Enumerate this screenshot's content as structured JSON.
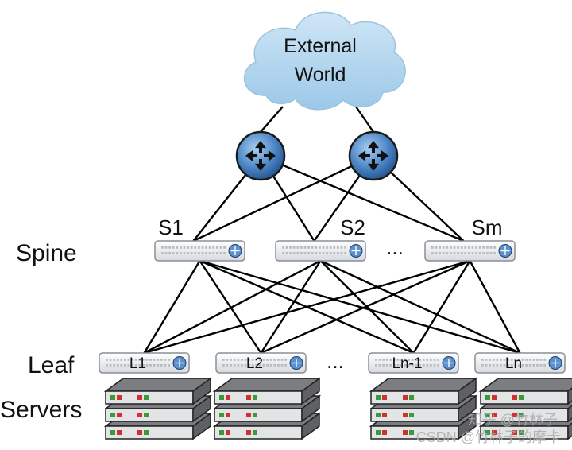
{
  "cloud": {
    "line1": "External",
    "line2": "World"
  },
  "row_labels": {
    "spine": "Spine",
    "leaf": "Leaf",
    "servers": "Servers"
  },
  "spine": {
    "labels": [
      "S1",
      "S2",
      "Sm"
    ],
    "ellipsis": "..."
  },
  "leaf": {
    "labels": [
      "L1",
      "L2",
      "Ln-1",
      "Ln"
    ],
    "ellipsis": "..."
  },
  "watermark": {
    "line1": "知乎 @竹林子",
    "line2": "CSDN @竹林子的摩卡"
  },
  "colors": {
    "cloud_fill": "#b5d7ee",
    "router_fill": "#4a84c4",
    "switch_body": "#eef0f3",
    "switch_border": "#8a8f96",
    "link": "#000000",
    "server_top": "#7b7d80",
    "server_front": "#e2e4e6",
    "led_green": "#3a9a3a",
    "led_red": "#d03030"
  }
}
